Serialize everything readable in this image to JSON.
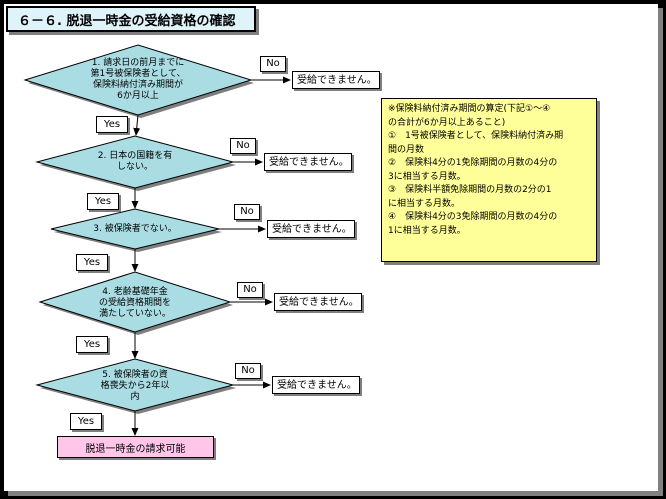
{
  "title": "６－６. 脱退一時金の受給資格の確認",
  "colors": {
    "diamond_fill": "#a9dde3",
    "note_fill": "#ffff99",
    "final_fill": "#ffc6ea",
    "title_fill": "#dff3fb"
  },
  "decisions": [
    {
      "lines": [
        "1. 請求日の前月までに",
        "第1号被保険者として、",
        "保険料納付済み期間が",
        "6か月以上"
      ],
      "no_label": "No",
      "yes_label": "Yes",
      "result": "受給できません。"
    },
    {
      "lines": [
        "2. 日本の国籍を有",
        "しない。"
      ],
      "no_label": "No",
      "yes_label": "Yes",
      "result": "受給できません。"
    },
    {
      "lines": [
        "3. 被保険者でない。"
      ],
      "no_label": "No",
      "yes_label": "Yes",
      "result": "受給できません。"
    },
    {
      "lines": [
        "4. 老齢基礎年金",
        "の受給資格期間を",
        "満たしていない。"
      ],
      "no_label": "No",
      "yes_label": "Yes",
      "result": "受給できません。"
    },
    {
      "lines": [
        "5. 被保険者の資",
        "格喪失から2年以",
        "内"
      ],
      "no_label": "No",
      "yes_label": "Yes",
      "result": "受給できません。"
    }
  ],
  "final": "脱退一時金の請求可能",
  "note": [
    "※保険料納付済み期間の算定(下記①～④",
    "の合計が6か月以上あること)",
    "①　1号被保険者として、保険料納付済み期",
    "間の月数",
    "②　保険料4分の1免除期間の月数の4分の",
    "3に相当する月数。",
    "③　保険料半額免除期間の月数の2分の1",
    "に相当する月数。",
    "④　保険料4分の3免除期間の月数の4分の",
    "1に相当する月数。"
  ]
}
